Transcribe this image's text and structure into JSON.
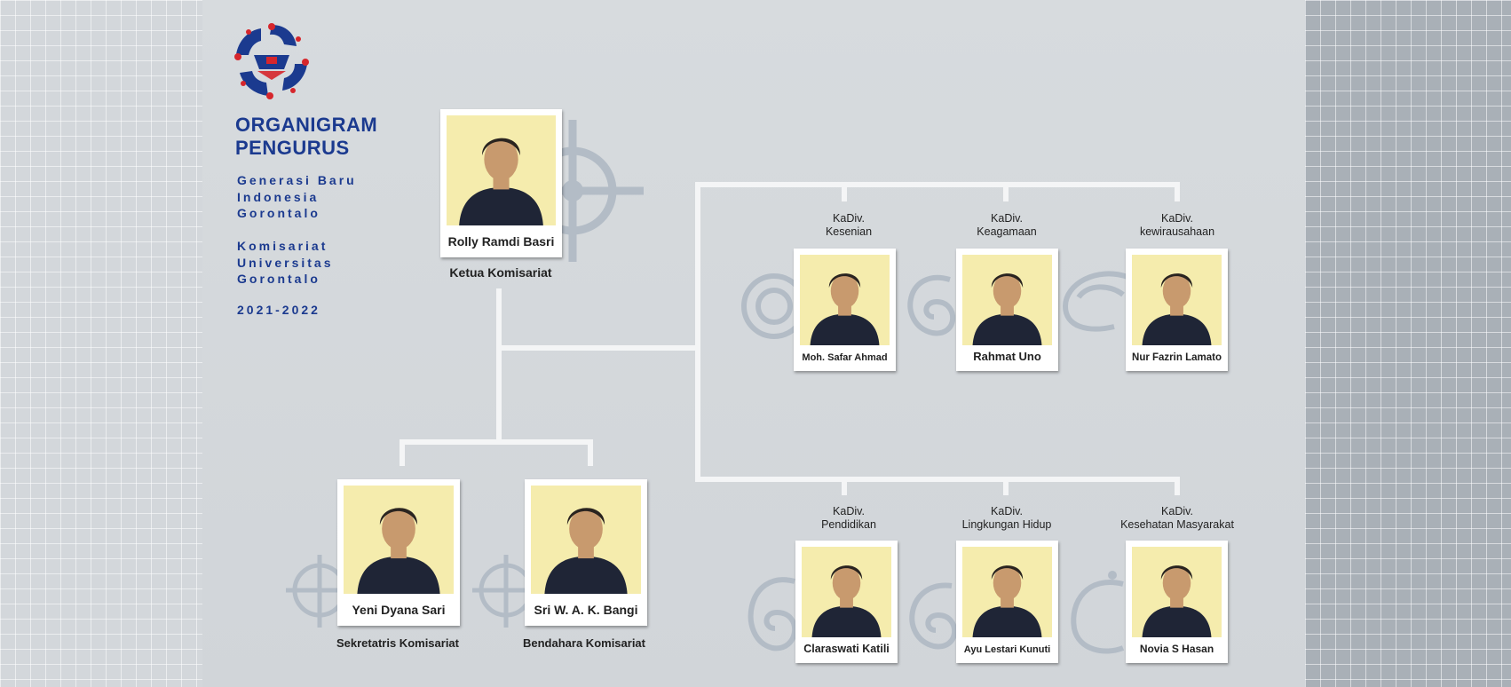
{
  "sidebar": {
    "title_line1": "ORGANIGRAM",
    "title_line2": "PENGURUS",
    "org_line1": "Generasi Baru",
    "org_line2": "Indonesia",
    "org_line3": "Gorontalo",
    "unit_line1": "Komisariat",
    "unit_line2": "Universitas",
    "unit_line3": "Gorontalo",
    "period": "2021-2022"
  },
  "leader": {
    "name": "Rolly Ramdi Basri",
    "role": "Ketua Komisariat"
  },
  "officers": [
    {
      "name": "Yeni Dyana Sari",
      "role": "Sekretatris Komisariat"
    },
    {
      "name": "Sri W. A. K. Bangi",
      "role": "Bendahara Komisariat"
    }
  ],
  "divisions_top": [
    {
      "label_line1": "KaDiv.",
      "label_line2": "Kesenian",
      "name": "Moh. Safar Ahmad"
    },
    {
      "label_line1": "KaDiv.",
      "label_line2": "Keagamaan",
      "name": "Rahmat Uno"
    },
    {
      "label_line1": "KaDiv.",
      "label_line2": "kewirausahaan",
      "name": "Nur Fazrin Lamato"
    }
  ],
  "divisions_bottom": [
    {
      "label_line1": "KaDiv.",
      "label_line2": "Pendidikan",
      "name": "Claraswati Katili"
    },
    {
      "label_line1": "KaDiv.",
      "label_line2": "Lingkungan Hidup",
      "name": "Ayu Lestari Kunuti"
    },
    {
      "label_line1": "KaDiv.",
      "label_line2": "Kesehatan Masyarakat",
      "name": "Novia S Hasan"
    }
  ],
  "colors": {
    "brand_blue": "#1b3a8f",
    "logo_red": "#d6262c",
    "photo_bg": "#f5ecad",
    "connector": "#f4f5f6",
    "ornament": "#b3bcc6"
  }
}
